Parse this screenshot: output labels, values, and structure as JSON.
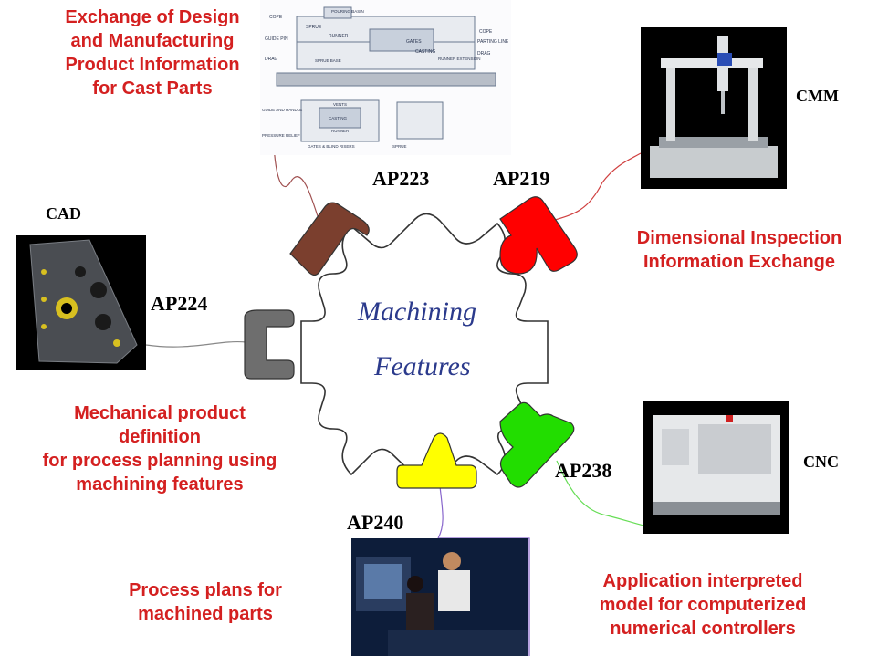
{
  "center": {
    "line1": "Machining",
    "line2": "Features"
  },
  "protocols": [
    {
      "id": "ap223",
      "label": "AP223",
      "color": "#7b3f2e",
      "description": [
        "Exchange of Design",
        "and Manufacturing",
        "Product Information",
        "for Cast Parts"
      ]
    },
    {
      "id": "ap219",
      "label": "AP219",
      "color": "#ff0000",
      "description": [
        "Dimensional Inspection",
        "Information Exchange"
      ],
      "system": "CMM"
    },
    {
      "id": "ap224",
      "label": "AP224",
      "color": "#6e6e6e",
      "description": [
        "Mechanical product",
        "definition",
        "for process planning using",
        "machining features"
      ],
      "system": "CAD"
    },
    {
      "id": "ap238",
      "label": "AP238",
      "color": "#22dd00",
      "description": [
        "Application interpreted",
        "model for computerized",
        "numerical controllers"
      ],
      "system": "CNC"
    },
    {
      "id": "ap240",
      "label": "AP240",
      "color": "#ffff00",
      "description": [
        "Process plans for",
        "machined parts"
      ]
    }
  ],
  "casting_diagram_labels": [
    "COPE",
    "POURING BASIN",
    "GUIDE PIN",
    "SPRUE",
    "RUNNER",
    "GATES",
    "CASTING",
    "COPE",
    "PARTING LINE",
    "DRAG",
    "SPRUE BASE",
    "RUNNER EXTENSION",
    "DRAG",
    "GUIDE AND HANDLE",
    "VENTS",
    "CASTING",
    "RUNNER",
    "PRESSURE RELIEF",
    "GATES & BLIND RISERS",
    "SPRUE"
  ]
}
